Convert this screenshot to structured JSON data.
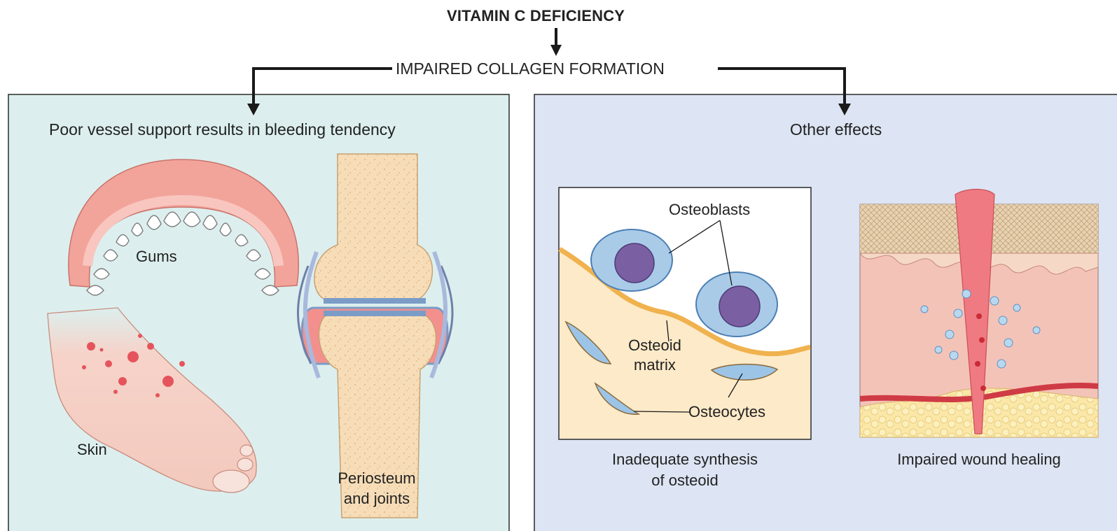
{
  "header": {
    "title": "VITAMIN C DEFICIENCY",
    "subtitle": "IMPAIRED COLLAGEN FORMATION"
  },
  "left_panel": {
    "heading": "Poor vessel support results in bleeding tendency",
    "labels": {
      "gums": "Gums",
      "skin": "Skin",
      "periosteum_line1": "Periosteum",
      "periosteum_line2": "and joints"
    }
  },
  "right_panel": {
    "heading": "Other effects",
    "inset_labels": {
      "osteoblasts": "Osteoblasts",
      "osteoid_line1": "Osteoid",
      "osteoid_line2": "matrix",
      "osteocytes": "Osteocytes"
    },
    "captions": {
      "osteoid_line1": "Inadequate synthesis",
      "osteoid_line2": "of osteoid",
      "wound": "Impaired wound healing"
    }
  },
  "colors": {
    "left_panel_bg": "#dcefee",
    "right_panel_bg": "#dde4f3",
    "arrow": "#1a1a1a",
    "bone": "#f6ddb8",
    "blood": "#e8535b"
  }
}
